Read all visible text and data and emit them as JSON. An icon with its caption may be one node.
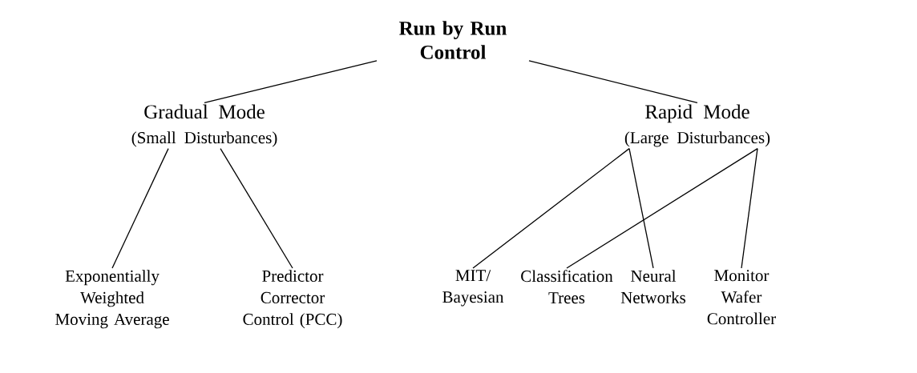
{
  "diagram": {
    "nodes": [
      {
        "text": [
          "Run by Run Control"
        ]
      },
      {
        "text": [
          "Gradual Mode",
          "(Small Disturbances)"
        ]
      },
      {
        "text": [
          "Rapid Mode",
          "(Large Disturbances)"
        ]
      },
      {
        "text": [
          "Exponentially Weighted Moving Average"
        ]
      },
      {
        "text": [
          "Predictor Corrector Control (PCC)"
        ]
      },
      {
        "text": [
          "MIT/ Bayesian"
        ]
      },
      {
        "text": [
          "Classification Trees"
        ]
      },
      {
        "text": [
          "Neural Networks"
        ]
      },
      {
        "text": [
          "Monitor Wafer Controller"
        ]
      }
    ],
    "edges": [
      {
        "from": 0,
        "to": 1,
        "arrow": "none"
      },
      {
        "from": 0,
        "to": 2,
        "arrow": "none"
      },
      {
        "from": 1,
        "to": 3,
        "arrow": "none"
      },
      {
        "from": 1,
        "to": 4,
        "arrow": "none"
      },
      {
        "from": 2,
        "to": 5,
        "arrow": "none"
      },
      {
        "from": 2,
        "to": 7,
        "arrow": "none"
      },
      {
        "from": 2,
        "to": 6,
        "arrow": "none"
      },
      {
        "from": 2,
        "to": 8,
        "arrow": "none"
      }
    ]
  }
}
